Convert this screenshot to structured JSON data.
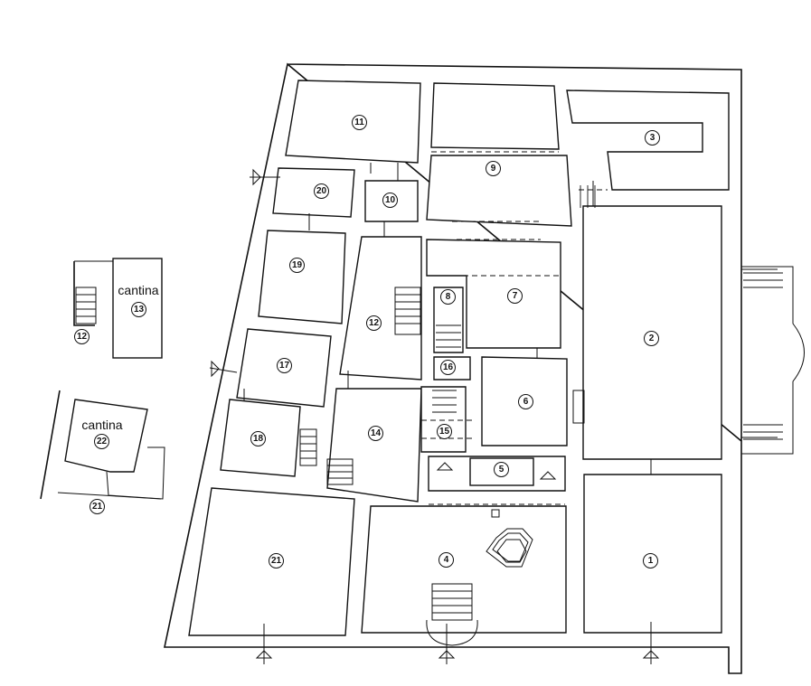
{
  "rooms": [
    {
      "id": "r1",
      "number": "1"
    },
    {
      "id": "r2",
      "number": "2"
    },
    {
      "id": "r3",
      "number": "3"
    },
    {
      "id": "r4",
      "number": "4"
    },
    {
      "id": "r5",
      "number": "5"
    },
    {
      "id": "r6",
      "number": "6"
    },
    {
      "id": "r7",
      "number": "7"
    },
    {
      "id": "r8",
      "number": "8"
    },
    {
      "id": "r9",
      "number": "9"
    },
    {
      "id": "r10",
      "number": "10"
    },
    {
      "id": "r11",
      "number": "11"
    },
    {
      "id": "r12",
      "number": "12"
    },
    {
      "id": "r14",
      "number": "14"
    },
    {
      "id": "r15",
      "number": "15"
    },
    {
      "id": "r16",
      "number": "16"
    },
    {
      "id": "r17",
      "number": "17"
    },
    {
      "id": "r18",
      "number": "18"
    },
    {
      "id": "r19",
      "number": "19"
    },
    {
      "id": "r20",
      "number": "20"
    },
    {
      "id": "r21",
      "number": "21"
    }
  ],
  "insets": {
    "cellar_13": {
      "label": "cantina",
      "number": "13",
      "stair_number": "12"
    },
    "cellar_22": {
      "label": "cantina",
      "number": "22",
      "below_number": "21"
    }
  }
}
